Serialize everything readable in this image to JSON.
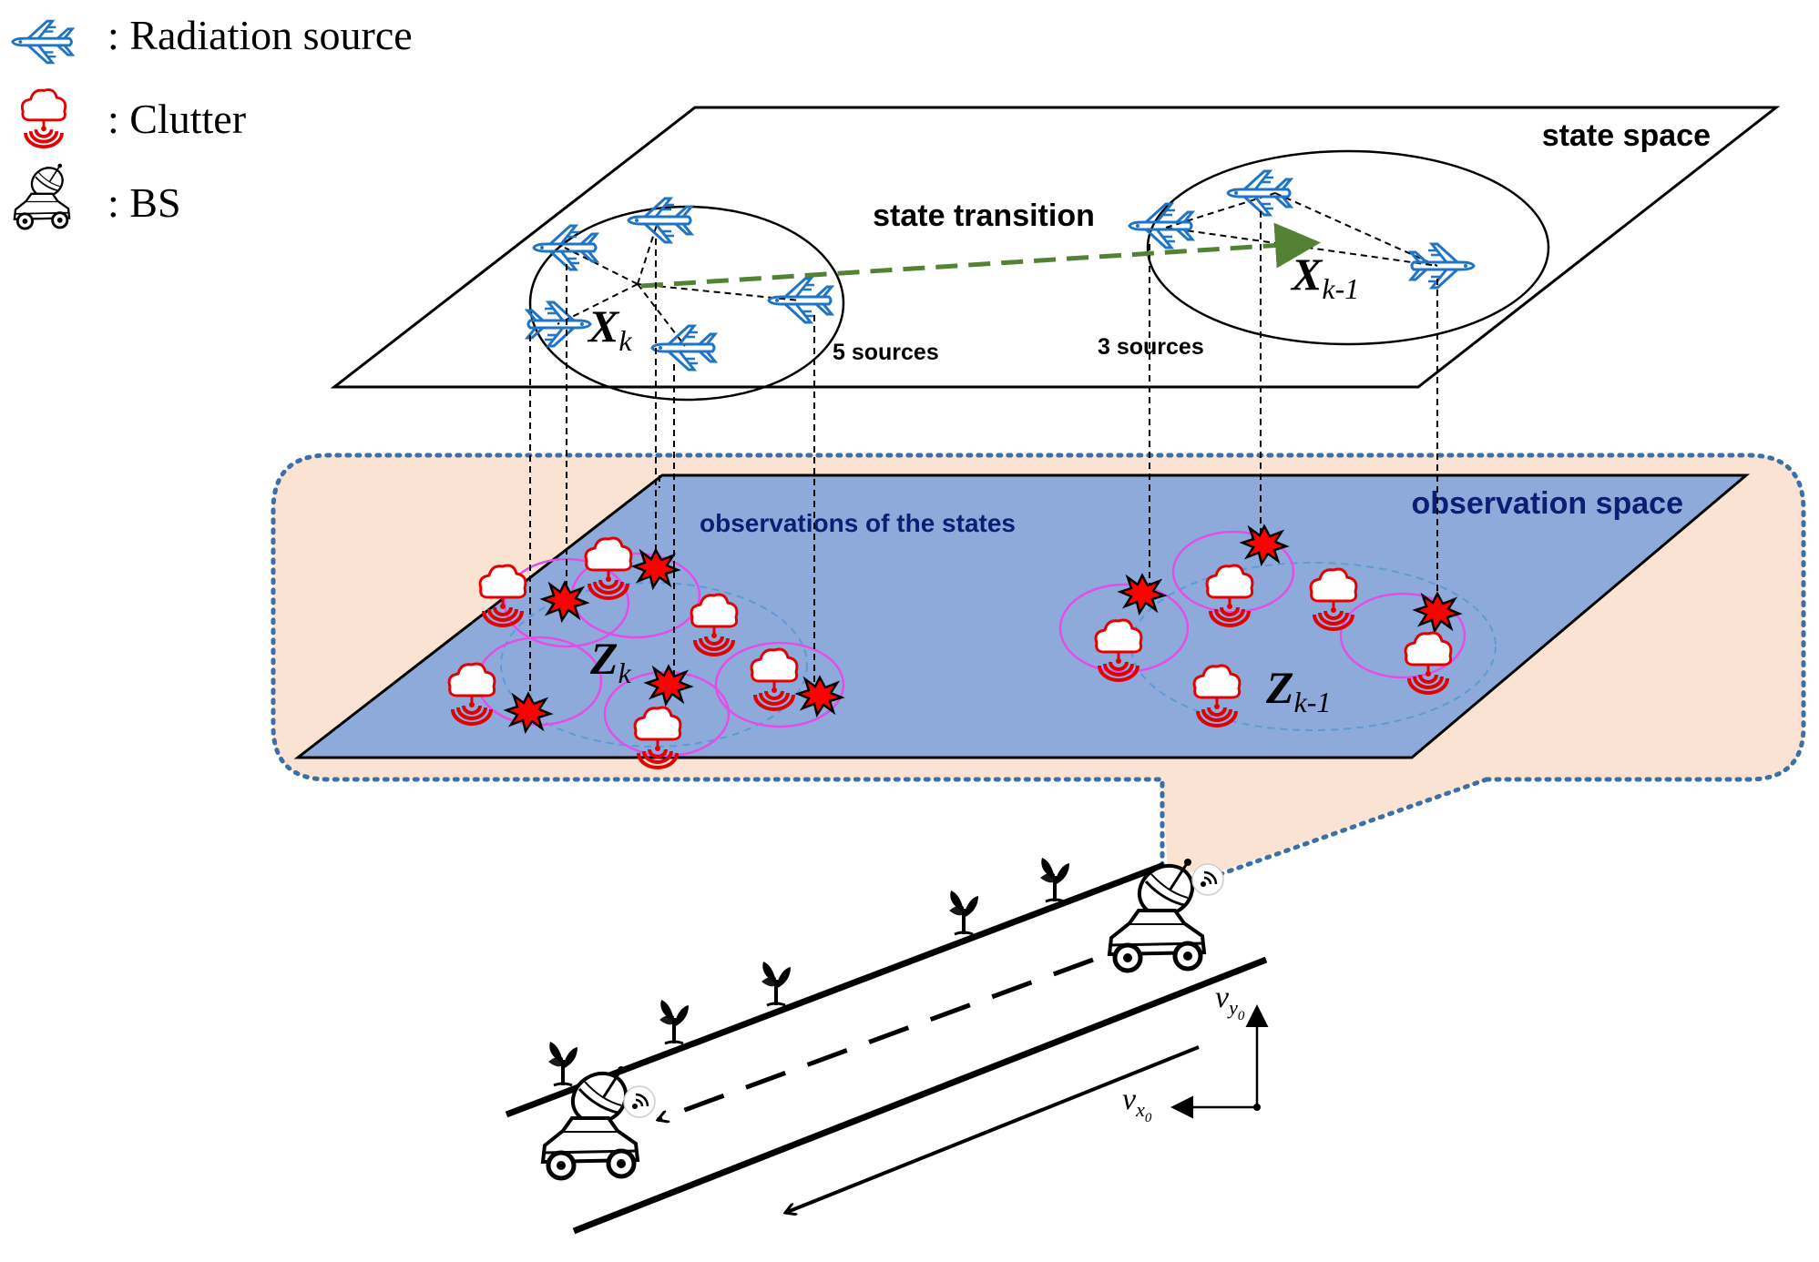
{
  "legend": [
    {
      "icon": "airplane-icon",
      "label": ": Radiation source"
    },
    {
      "icon": "clutter-icon",
      "label": ": Clutter"
    },
    {
      "icon": "bs-vehicle-icon",
      "label": ": BS"
    }
  ],
  "state_space": {
    "label": "state space",
    "transition_label": "state transition",
    "set_k": {
      "symbol": "X",
      "subscript": "k",
      "count_label": "5 sources"
    },
    "set_k1": {
      "symbol": "X",
      "subscript": "k-1",
      "count_label": "3 sources"
    }
  },
  "observation_space": {
    "label": "observation space",
    "caption": "observations of the states",
    "set_k": {
      "symbol": "Z",
      "subscript": "k"
    },
    "set_k1": {
      "symbol": "Z",
      "subscript": "k-1"
    }
  },
  "velocity": {
    "vy": {
      "symbol": "v",
      "sub": "y",
      "subsub": "0"
    },
    "vx": {
      "symbol": "v",
      "sub": "x",
      "subsub": "0"
    }
  },
  "colors": {
    "plane": "#1f74c4",
    "clutter": "#e30000",
    "observation_plane": "#8eaadb",
    "callout_fill": "#fbe3d4",
    "callout_border": "#3d6ea5",
    "transition_arrow": "#548235",
    "obs_text": "#0c1d74",
    "magenta": "#e34ee8"
  }
}
